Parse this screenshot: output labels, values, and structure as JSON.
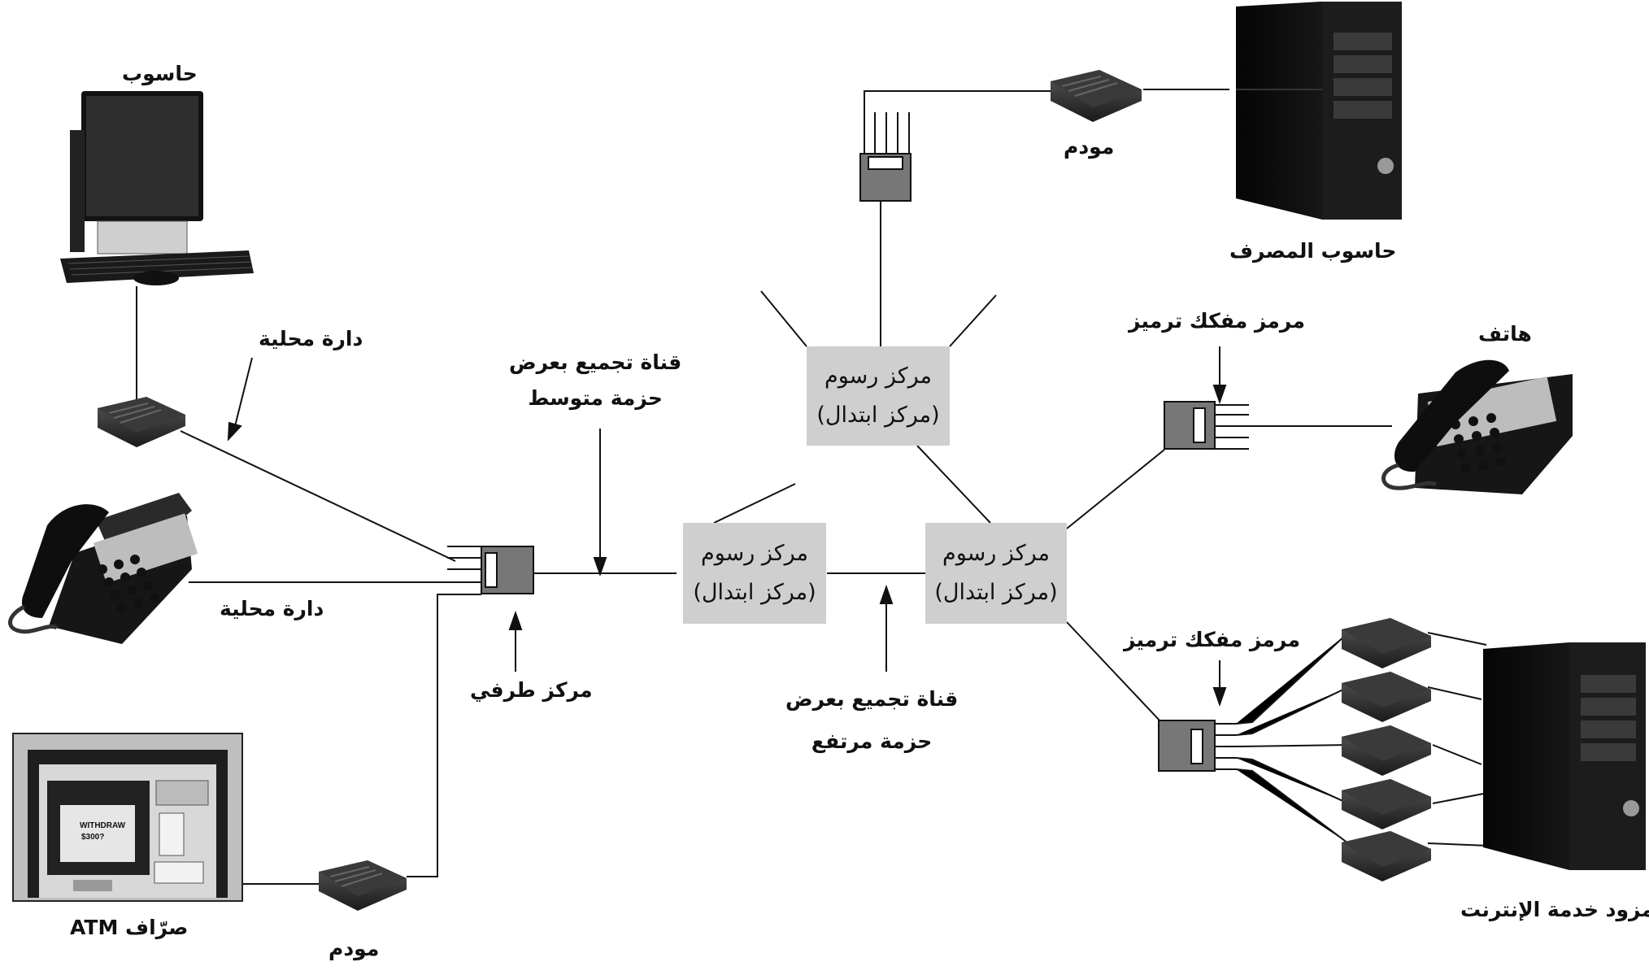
{
  "centers": {
    "top": {
      "line1": "مركز رسوم",
      "line2": "(مركز ابتدال)"
    },
    "left": {
      "line1": "مركز رسوم",
      "line2": "(مركز ابتدال)"
    },
    "right": {
      "line1": "مركز رسوم",
      "line2": "(مركز ابتدال)"
    }
  },
  "labels": {
    "computer": "حاسوب",
    "local_loop_1": "دارة محلية",
    "local_loop_2": "دارة محلية",
    "medium_trunk_line1": "قناة تجميع بعرض",
    "medium_trunk_line2": "حزمة متوسط",
    "end_office": "مركز طرفي",
    "high_trunk_line1": "قناة تجميع بعرض",
    "high_trunk_line2": "حزمة مرتفع",
    "modem_top": "مودم",
    "bank_computer": "حاسوب المصرف",
    "codec_top": "مرمز مفكك ترميز",
    "phone_right": "هاتف",
    "codec_bottom": "مرمز مفكك ترميز",
    "isp": "مزود خدمة الإنترنت",
    "atm": "صرّاف  ATM",
    "modem_bottom": "مودم",
    "atm_screen_line1": "WITHDRAW",
    "atm_screen_line2": "$300?"
  }
}
